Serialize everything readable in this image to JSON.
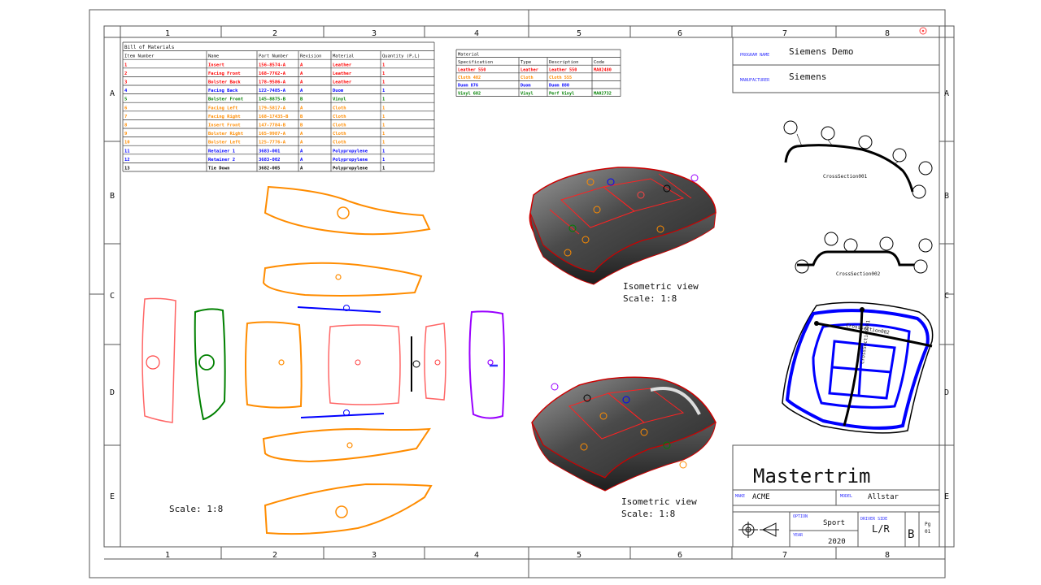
{
  "sheet": {
    "columns": [
      "1",
      "2",
      "3",
      "4",
      "5",
      "6",
      "7",
      "8"
    ],
    "rows": [
      "A",
      "B",
      "C",
      "D",
      "E"
    ]
  },
  "bom": {
    "title": "Bill of Materials",
    "headers": [
      "Item Number",
      "Name",
      "Part Number",
      "Revision",
      "Material",
      "Quantity (P,L)"
    ],
    "rows": [
      {
        "cells": [
          "1",
          "Insert",
          "156-8574-A",
          "A",
          "Leather",
          "1"
        ],
        "color": "#ff0000"
      },
      {
        "cells": [
          "2",
          "Facing Front",
          "168-7762-A",
          "A",
          "Leather",
          "1"
        ],
        "color": "#ff0000"
      },
      {
        "cells": [
          "3",
          "Bolster Back",
          "178-9586-A",
          "A",
          "Leather",
          "1"
        ],
        "color": "#ff0000"
      },
      {
        "cells": [
          "4",
          "Facing Back",
          "122-7485-A",
          "A",
          "Duom",
          "1"
        ],
        "color": "#0000ff"
      },
      {
        "cells": [
          "5",
          "Bolster Front",
          "145-8875-B",
          "B",
          "Vinyl",
          "1"
        ],
        "color": "#008000"
      },
      {
        "cells": [
          "6",
          "Facing Left",
          "179-5817-A",
          "A",
          "Cloth",
          "1"
        ],
        "color": "#ff8c00"
      },
      {
        "cells": [
          "7",
          "Facing Right",
          "168-17435-B",
          "B",
          "Cloth",
          "1"
        ],
        "color": "#ff8c00"
      },
      {
        "cells": [
          "8",
          "Insert Front",
          "147-7784-B",
          "B",
          "Cloth",
          "1"
        ],
        "color": "#ff8c00"
      },
      {
        "cells": [
          "9",
          "Bolster Right",
          "165-9987-A",
          "A",
          "Cloth",
          "1"
        ],
        "color": "#ff8c00"
      },
      {
        "cells": [
          "10",
          "Bolster Left",
          "125-7776-A",
          "A",
          "Cloth",
          "1"
        ],
        "color": "#ff8c00"
      },
      {
        "cells": [
          "11",
          "Retainer 1",
          "3683-001",
          "A",
          "Polypropylene",
          "1"
        ],
        "color": "#0000ff"
      },
      {
        "cells": [
          "12",
          "Retainer 2",
          "3683-002",
          "A",
          "Polypropylene",
          "1"
        ],
        "color": "#0000ff"
      },
      {
        "cells": [
          "13",
          "Tie Down",
          "3682-005",
          "A",
          "Polypropylene",
          "1"
        ],
        "color": "#000000"
      }
    ]
  },
  "material": {
    "title": "Material",
    "headers": [
      "Specification",
      "Type",
      "Description",
      "Code"
    ],
    "rows": [
      {
        "cells": [
          "Leather 550",
          "Leather",
          "Leather 550",
          "MA02480"
        ],
        "color": "#ff0000"
      },
      {
        "cells": [
          "Cloth 402",
          "Cloth",
          "Cloth 555",
          ""
        ],
        "color": "#ff8c00"
      },
      {
        "cells": [
          "Duom 876",
          "Duom",
          "Duom 880",
          ""
        ],
        "color": "#0000ff"
      },
      {
        "cells": [
          "Vinyl 682",
          "Vinyl",
          "Perf Vinyl",
          "MA02732"
        ],
        "color": "#008000"
      }
    ]
  },
  "titleblock": {
    "program_label": "PROGRAM NAME",
    "program_value": "Siemens Demo",
    "manufacturer_label": "MANUFACTURER",
    "manufacturer_value": "Siemens",
    "big_title": "Mastertrim",
    "make_label": "MAKE",
    "make_value": "ACME",
    "model_label": "MODEL",
    "model_value": "Allstar",
    "option_label": "OPTION",
    "option_value": "Sport",
    "year_label": "YEAR",
    "year_value": "2020",
    "driver_side_label": "DRIVER SIDE",
    "driver_side_value": "L/R",
    "rev_value": "B",
    "page_label": "Pg",
    "page_value": "01"
  },
  "views": {
    "iso_view_label": "Isometric view",
    "iso_scale_label": "Scale:  1:8",
    "flat_scale_label": "Scale:  1:8",
    "cross_section_1": "CrossSection001",
    "cross_section_2": "CrossSection002",
    "plan_section_a": "CrossSection002",
    "plan_section_b": "CrossSection001"
  },
  "colors": {
    "leather": "#ff0000",
    "cloth": "#ff8c00",
    "duom": "#0000ff",
    "vinyl": "#008000",
    "purple": "#9900ff",
    "label_blue": "#3333ff"
  }
}
